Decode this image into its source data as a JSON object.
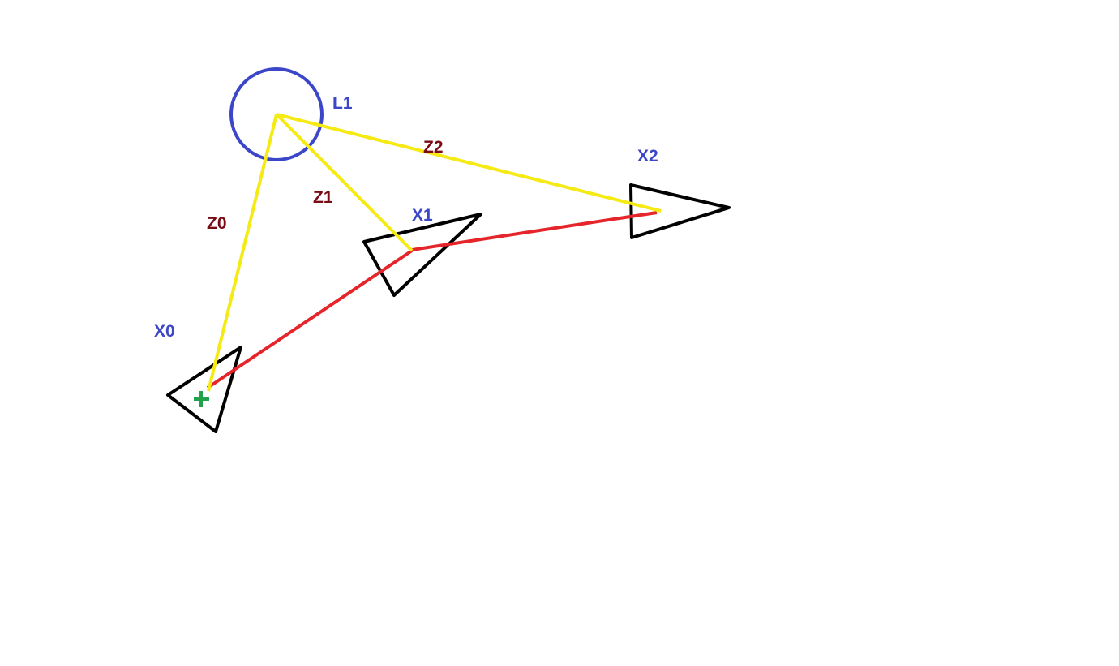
{
  "colors": {
    "background": "#ffffff",
    "pose_outline": "#000000",
    "landmark": "#3b46c9",
    "pose_label": "#3b46c9",
    "measurement_label": "#7a0a14",
    "measurement_line": "#f5ea13",
    "odometry_line": "#e6252b",
    "origin_marker": "#22a04a"
  },
  "landmark": {
    "label": "L1",
    "icon": "circle-landmark-icon"
  },
  "poses": [
    {
      "label": "X0",
      "icon": "triangle-pose-icon"
    },
    {
      "label": "X1",
      "icon": "triangle-pose-icon"
    },
    {
      "label": "X2",
      "icon": "triangle-pose-icon"
    }
  ],
  "measurements": [
    {
      "label": "Z0",
      "from": "L1",
      "to": "X0"
    },
    {
      "label": "Z1",
      "from": "L1",
      "to": "X1"
    },
    {
      "label": "Z2",
      "from": "L1",
      "to": "X2"
    }
  ],
  "odometry": [
    {
      "from": "X0",
      "to": "X1"
    },
    {
      "from": "X1",
      "to": "X2"
    }
  ],
  "origin_marker": {
    "icon": "plus-origin-icon",
    "at": "X0"
  }
}
